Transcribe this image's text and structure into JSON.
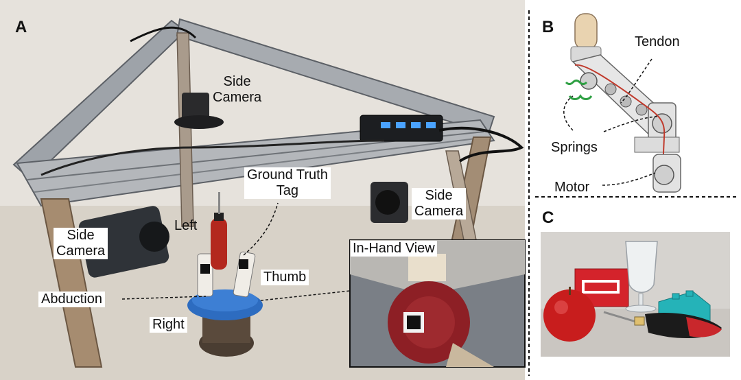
{
  "panels": {
    "a": "A",
    "b": "B",
    "c": "C"
  },
  "labels": {
    "side_camera_top": "Side\nCamera",
    "side_camera_right": "Side\nCamera",
    "side_camera_left": "Side\nCamera",
    "ground_truth_tag": "Ground Truth\nTag",
    "left": "Left",
    "thumb": "Thumb",
    "abduction": "Abduction",
    "right": "Right",
    "in_hand_view": "In-Hand View",
    "tendon": "Tendon",
    "springs": "Springs",
    "motor": "Motor"
  },
  "colors": {
    "aluminum": "#9a9ea4",
    "frame_dark": "#3a3d42",
    "background_wall": "#d7d3cc",
    "base_blue": "#2d6cc0",
    "tendon_red": "#c0392b",
    "spring_green": "#2ea043"
  }
}
